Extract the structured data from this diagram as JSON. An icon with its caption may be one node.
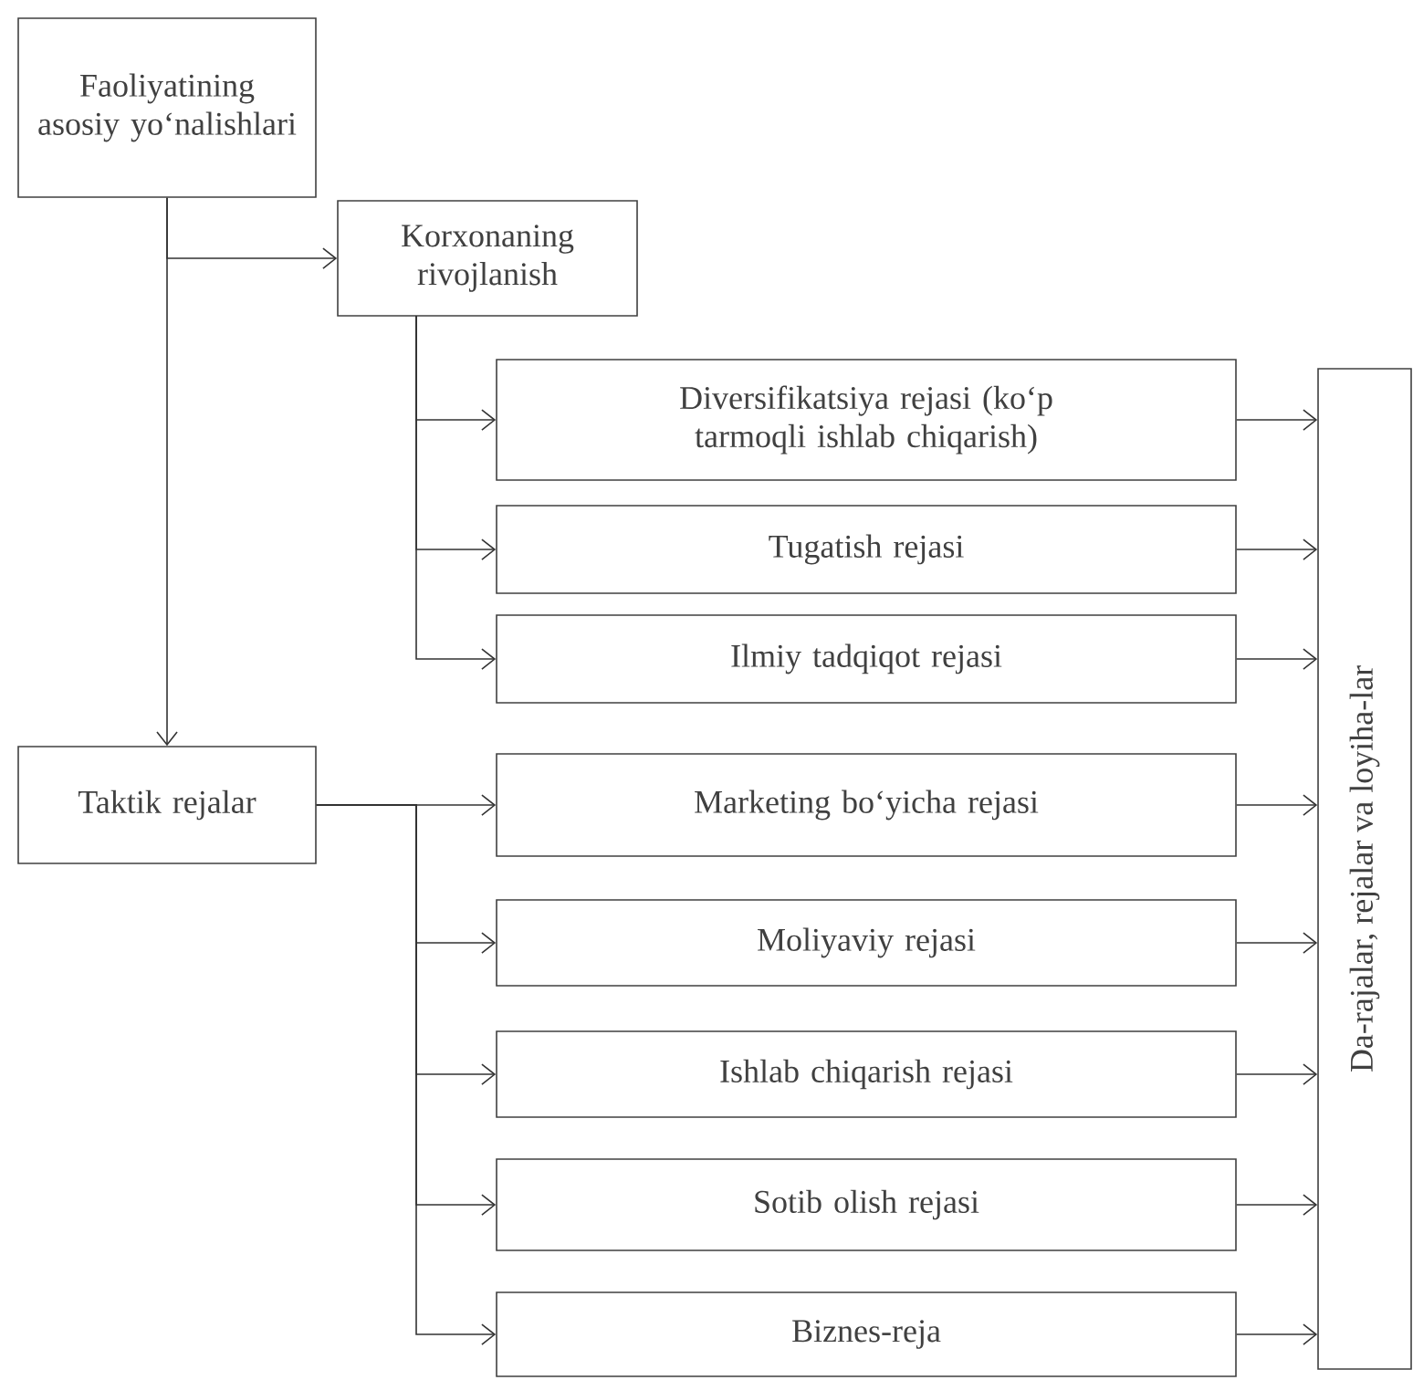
{
  "diagram": {
    "nodes": [
      {
        "text": [
          "Faoliyatining asosiy yo‘nalishlari"
        ]
      },
      {
        "text": [
          "Korxonaning rivojlanish"
        ]
      },
      {
        "text": [
          "Diversifikatsiya rejasi (ko‘p tarmoqli ishlab chiqarish)"
        ]
      },
      {
        "text": [
          "Tugatish rejasi"
        ]
      },
      {
        "text": [
          "Ilmiy tadqiqot rejasi"
        ]
      },
      {
        "text": [
          "Taktik rejalar"
        ]
      },
      {
        "text": [
          "Marketing bo‘yicha rejasi"
        ]
      },
      {
        "text": [
          "Moliyaviy rejasi"
        ]
      },
      {
        "text": [
          "Ishlab chiqarish rejasi"
        ]
      },
      {
        "text": [
          "Sotib olish rejasi"
        ]
      },
      {
        "text": [
          "Biznes-reja"
        ]
      },
      {
        "text": [
          "Da-rajalar, rejalar va loyiha-lar"
        ]
      }
    ],
    "edges": [
      {
        "from": 0,
        "to": 1,
        "arrow": "to"
      },
      {
        "from": 0,
        "to": 5,
        "arrow": "to"
      },
      {
        "from": 1,
        "to": 2,
        "arrow": "to"
      },
      {
        "from": 1,
        "to": 3,
        "arrow": "to"
      },
      {
        "from": 1,
        "to": 4,
        "arrow": "to"
      },
      {
        "from": 5,
        "to": 6,
        "arrow": "to"
      },
      {
        "from": 5,
        "to": 7,
        "arrow": "to"
      },
      {
        "from": 5,
        "to": 8,
        "arrow": "to"
      },
      {
        "from": 5,
        "to": 9,
        "arrow": "to"
      },
      {
        "from": 5,
        "to": 10,
        "arrow": "to"
      },
      {
        "from": 2,
        "to": 11,
        "arrow": "to"
      },
      {
        "from": 3,
        "to": 11,
        "arrow": "to"
      },
      {
        "from": 4,
        "to": 11,
        "arrow": "to"
      },
      {
        "from": 6,
        "to": 11,
        "arrow": "to"
      },
      {
        "from": 7,
        "to": 11,
        "arrow": "to"
      },
      {
        "from": 8,
        "to": 11,
        "arrow": "to"
      },
      {
        "from": 9,
        "to": 11,
        "arrow": "to"
      },
      {
        "from": 10,
        "to": 11,
        "arrow": "to"
      }
    ]
  }
}
